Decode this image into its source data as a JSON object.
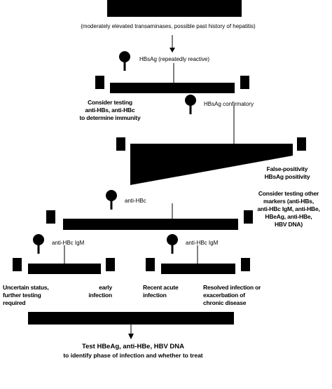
{
  "header": {
    "note": "(moderately elevated transaminases, possible past history of hepatitis)"
  },
  "tests": {
    "hbsag": "HBsAg (repeatedly reactive)",
    "hbsag_confirm": "HBsAg confirmatory",
    "anti_hbc": "anti-HBc",
    "anti_hbc_igm_left": "anti-HBc IgM",
    "anti_hbc_igm_right": "anti-HBc IgM"
  },
  "outcomes": {
    "consider_testing": [
      "Consider testing",
      "anti-HBs, anti-HBc",
      "to determine immunity"
    ],
    "false_positivity": [
      "False-positivity",
      "HBsAg positivity"
    ],
    "consider_other_markers": [
      "Consider testing other",
      "markers (anti-HBs,",
      "anti-HBc IgM, anti-HBe,",
      "HBeAg, anti-HBe,",
      "HBV DNA)"
    ],
    "uncertain": [
      "Uncertain status,",
      "further testing",
      "required"
    ],
    "early_infection": [
      "early",
      "infection"
    ],
    "recent_infection": [
      "Recent acute",
      "infection"
    ],
    "resolved": [
      "Resolved infection or",
      "exacerbation of",
      "chronic disease"
    ]
  },
  "footer": {
    "line1": "Test HBeAg, anti-HBe, HBV DNA",
    "line2": "to identify phase of infection and whether to treat"
  }
}
